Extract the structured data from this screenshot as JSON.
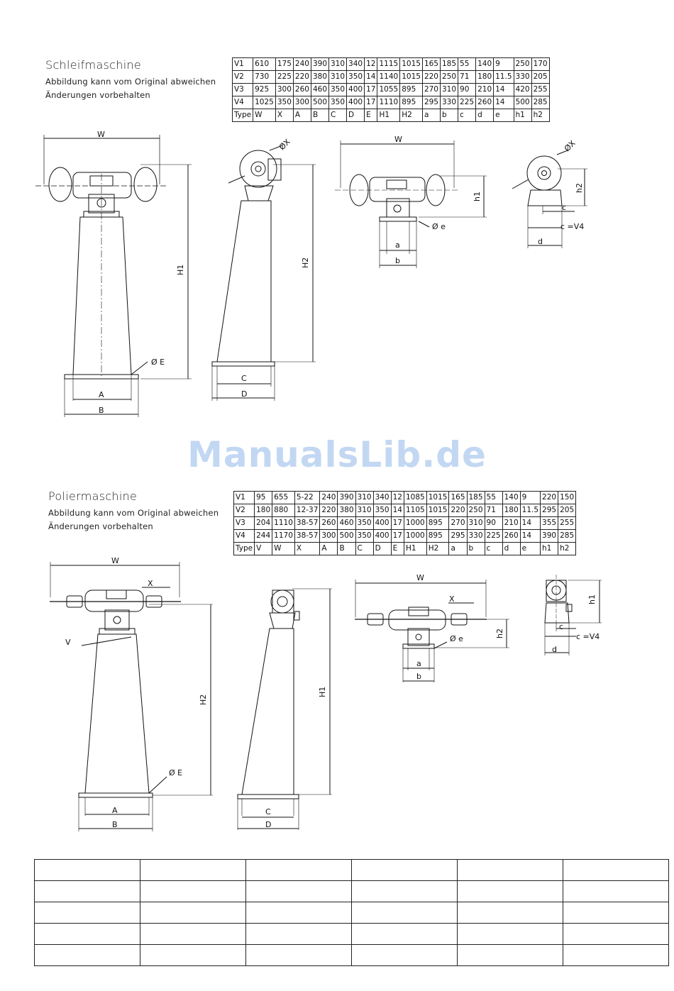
{
  "schleif": {
    "title": "Schleifmaschine",
    "note1": "Abbildung kann vom Original abweichen",
    "note2": "Änderungen vorbehalten",
    "rows": [
      [
        "V1",
        "610",
        "175",
        "240",
        "390",
        "310",
        "340",
        "12",
        "1115",
        "1015",
        "165",
        "185",
        "55",
        "140",
        "9",
        "250",
        "170"
      ],
      [
        "V2",
        "730",
        "225",
        "220",
        "380",
        "310",
        "350",
        "14",
        "1140",
        "1015",
        "220",
        "250",
        "71",
        "180",
        "11.5",
        "330",
        "205"
      ],
      [
        "V3",
        "925",
        "300",
        "260",
        "460",
        "350",
        "400",
        "17",
        "1055",
        "895",
        "270",
        "310",
        "90",
        "210",
        "14",
        "420",
        "255"
      ],
      [
        "V4",
        "1025",
        "350",
        "300",
        "500",
        "350",
        "400",
        "17",
        "1110",
        "895",
        "295",
        "330",
        "225",
        "260",
        "14",
        "500",
        "285"
      ],
      [
        "Type",
        "W",
        "X",
        "A",
        "B",
        "C",
        "D",
        "E",
        "H1",
        "H2",
        "a",
        "b",
        "c",
        "d",
        "e",
        "h1",
        "h2"
      ]
    ],
    "labels": {
      "W": "W",
      "H1": "H1",
      "E": "Ø E",
      "A": "A",
      "B": "B",
      "X": "ØX",
      "H2": "H2",
      "C": "C",
      "D": "D",
      "W2": "W",
      "h1": "h1",
      "e": "Ø e",
      "a": "a",
      "b": "b",
      "X2": "ØX",
      "h2": "h2",
      "c": "c",
      "cV4": "c =V4",
      "d": "d"
    }
  },
  "watermark": "ManualsLib.de",
  "polier": {
    "title": "Poliermaschine",
    "note1": "Abbildung kann vom Original abweichen",
    "note2": "Änderungen vorbehalten",
    "rows": [
      [
        "V1",
        "95",
        "655",
        "5-22",
        "240",
        "390",
        "310",
        "340",
        "12",
        "1085",
        "1015",
        "165",
        "185",
        "55",
        "140",
        "9",
        "220",
        "150"
      ],
      [
        "V2",
        "180",
        "880",
        "12-37",
        "220",
        "380",
        "310",
        "350",
        "14",
        "1105",
        "1015",
        "220",
        "250",
        "71",
        "180",
        "11.5",
        "295",
        "205"
      ],
      [
        "V3",
        "204",
        "1110",
        "38-57",
        "260",
        "460",
        "350",
        "400",
        "17",
        "1000",
        "895",
        "270",
        "310",
        "90",
        "210",
        "14",
        "355",
        "255"
      ],
      [
        "V4",
        "244",
        "1170",
        "38-57",
        "300",
        "500",
        "350",
        "400",
        "17",
        "1000",
        "895",
        "295",
        "330",
        "225",
        "260",
        "14",
        "390",
        "285"
      ],
      [
        "Type",
        "V",
        "W",
        "X",
        "A",
        "B",
        "C",
        "D",
        "E",
        "H1",
        "H2",
        "a",
        "b",
        "c",
        "d",
        "e",
        "h1",
        "h2"
      ]
    ],
    "labels": {
      "W": "W",
      "X": "X",
      "V": "V",
      "H2": "H2",
      "E": "Ø E",
      "A": "A",
      "B": "B",
      "H1": "H1",
      "C": "C",
      "D": "D",
      "W2": "W",
      "X2": "X",
      "h2": "h2",
      "e": "Ø e",
      "a": "a",
      "b": "b",
      "h1": "h1",
      "c": "c",
      "cV4": "c =V4",
      "d": "d"
    }
  },
  "blank_table": {
    "rows": 5,
    "cols": 6
  }
}
